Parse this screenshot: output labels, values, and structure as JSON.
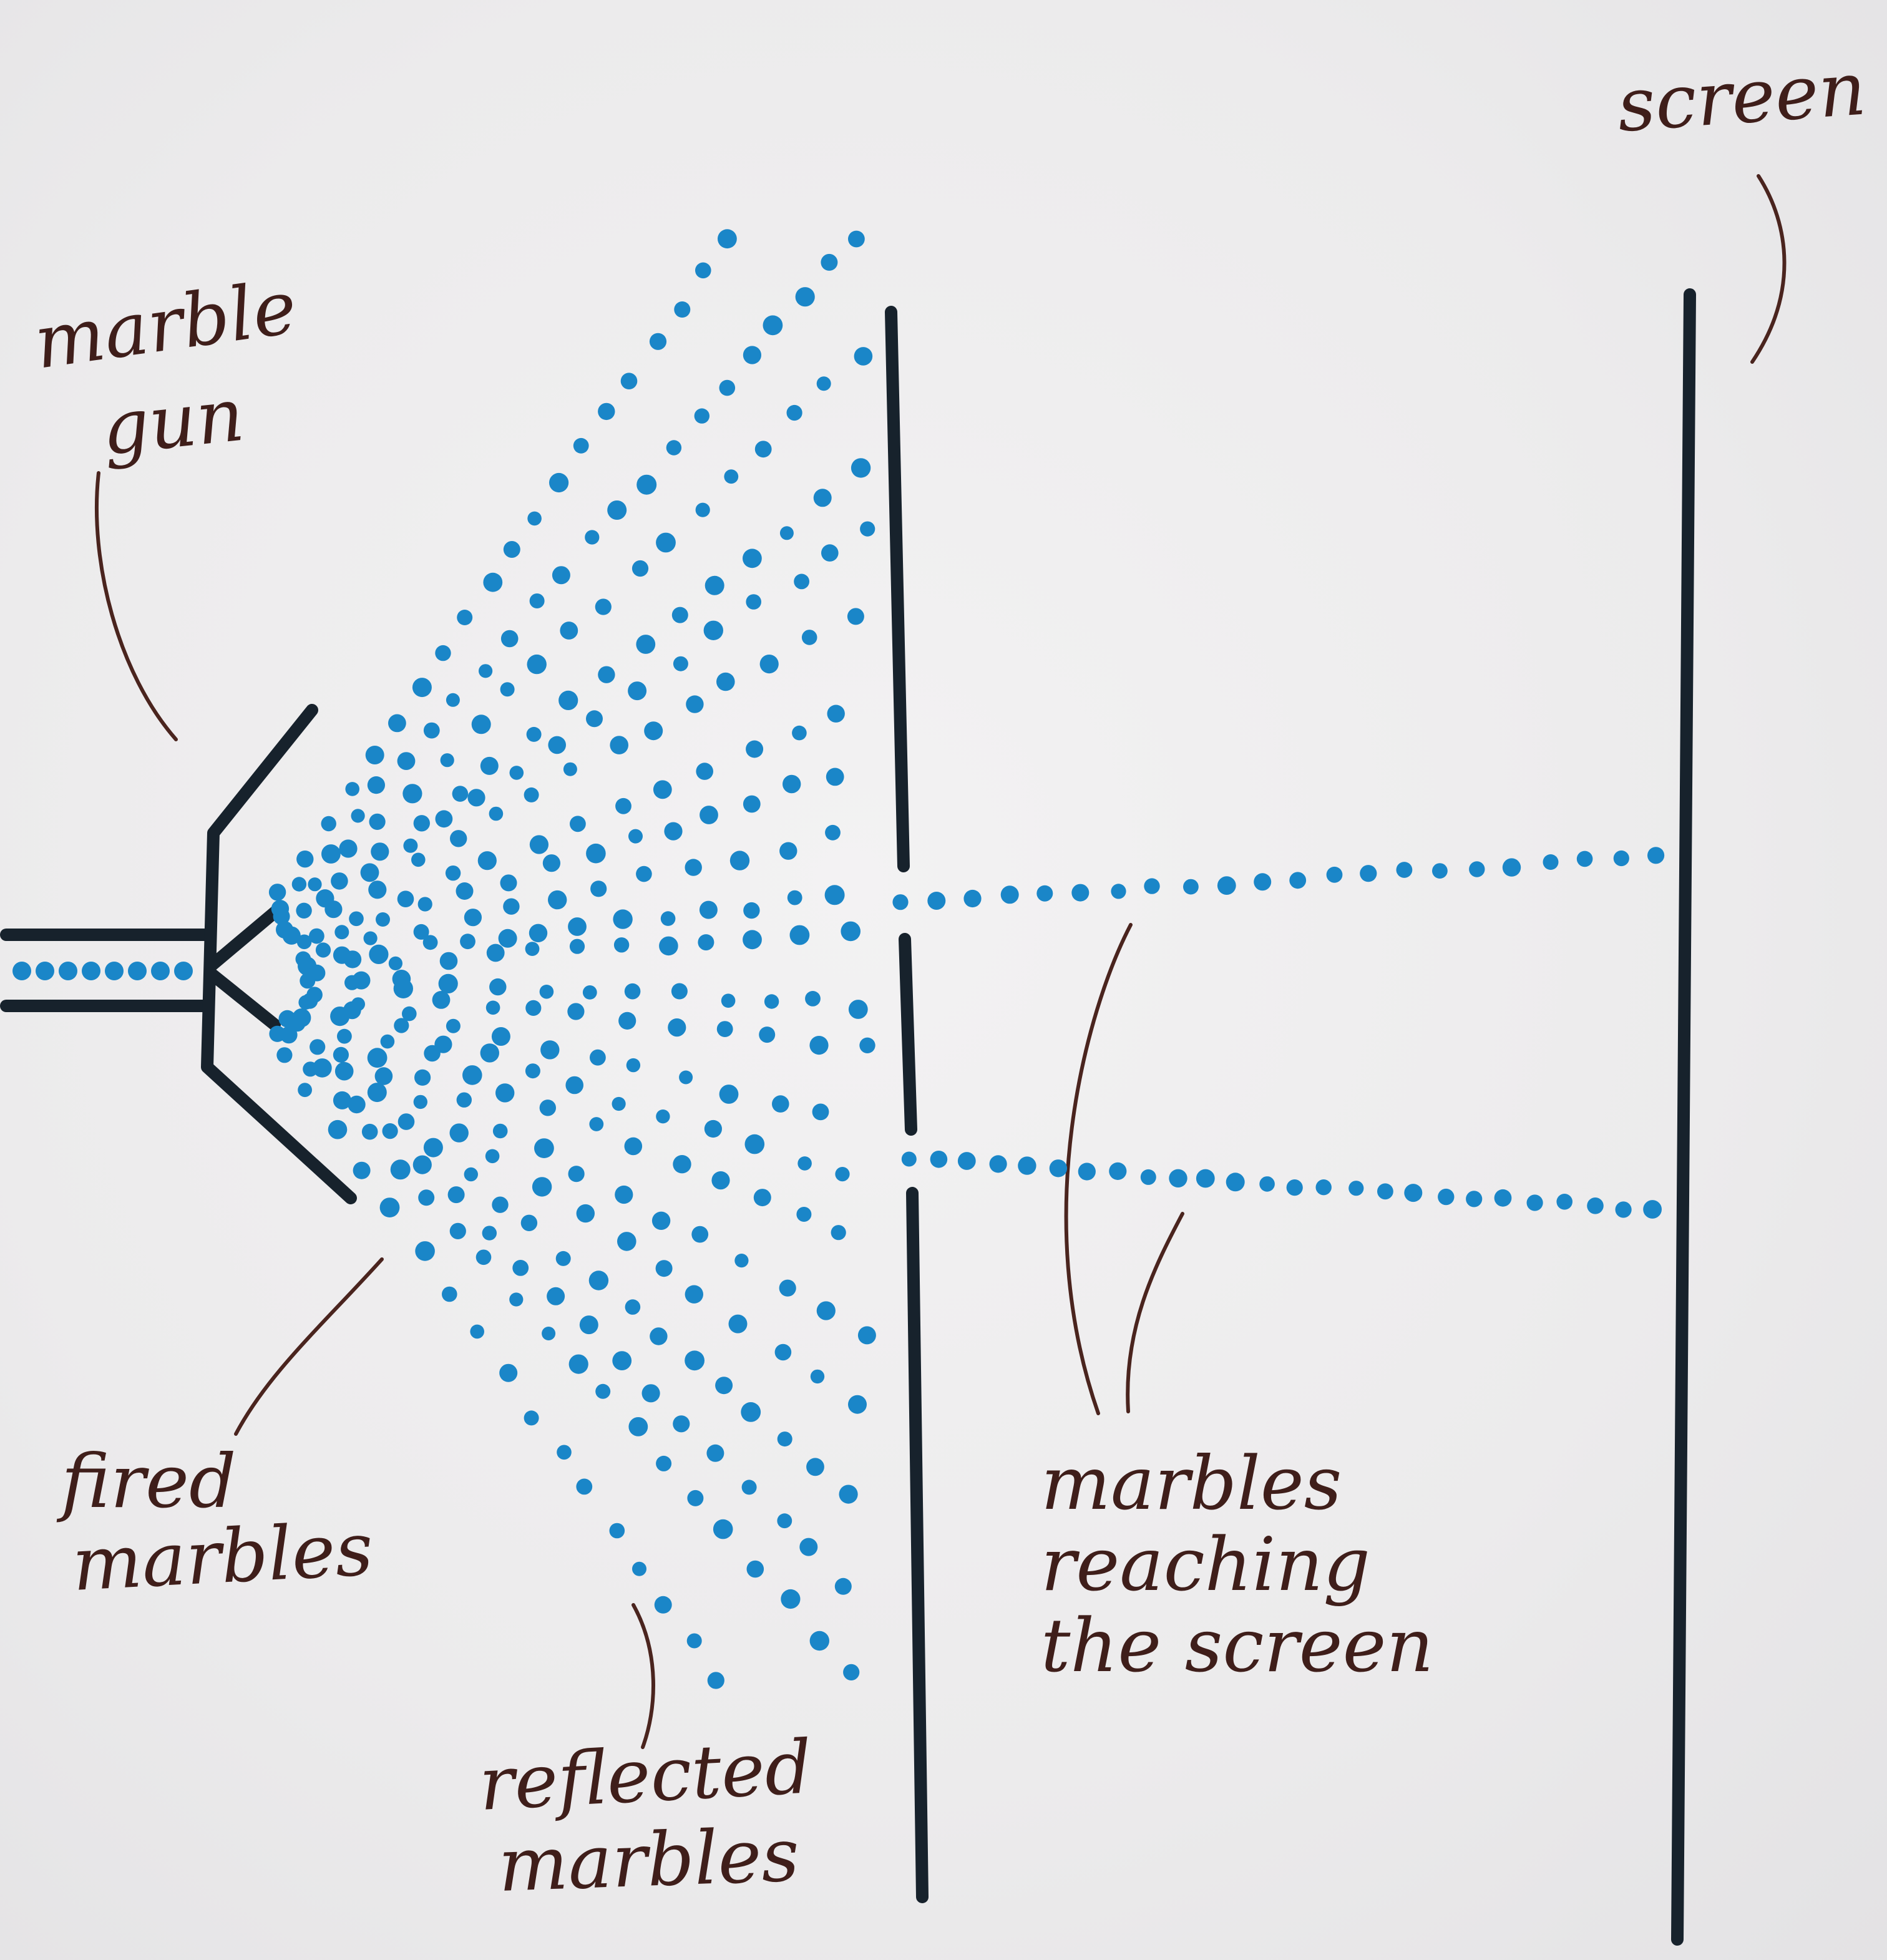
{
  "labels": {
    "screen": "screen",
    "marble_gun_line1": "marble",
    "marble_gun_line2": "gun",
    "fired_marbles_line1": "fired",
    "fired_marbles_line2": "marbles",
    "reflected_marbles_line1": "reflected",
    "reflected_marbles_line2": "marbles",
    "reaching_line1": "marbles",
    "reaching_line2": "reaching",
    "reaching_line3": "the screen"
  },
  "colors": {
    "paper": "#ecebec",
    "ink": "#17222c",
    "marble": "#1a86c8",
    "handwriting": "#3f1e1a"
  }
}
